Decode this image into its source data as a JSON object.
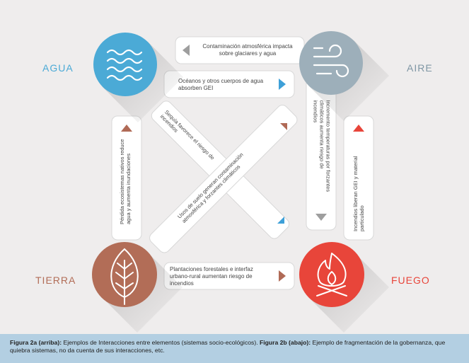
{
  "elements": {
    "agua": "AGUA",
    "aire": "AIRE",
    "tierra": "TIERRA",
    "fuego": "FUEGO"
  },
  "colors": {
    "agua": "#4baad6",
    "aire": "#9dafba",
    "tierra": "#b26d57",
    "fuego": "#e8453a",
    "arrow_blue": "#3ea0d8",
    "arrow_grey": "#9e9e9e",
    "arrow_brown": "#b06a56",
    "arrow_red": "#e8453a",
    "caption_bg": "#b3cfe2"
  },
  "interactions": {
    "aire_to_agua": "Contaminación atmosférica impacta sobre glaciares y agua",
    "agua_to_aire": "Océanos y otros cuerpos de agua absorben GEI",
    "agua_to_fuego": "Sequía favorece el riesgo de incendios",
    "tierra_to_aire": "Usos de suelo generan contaminación atmosférica y forzantes climáticos",
    "tierra_to_agua": "Pérdida ecosistemas nativos reduce agua y aumenta inundaciones",
    "aire_to_fuego": "Incremento temperaturas por forzantes climáticos aumenta riesgo de incendios",
    "fuego_to_aire": "Incendios liberan GEI y material particulado",
    "tierra_to_fuego": "Plantaciones forestales e interfaz urbano-rural aumentan riesgo de incendios"
  },
  "caption": {
    "fig_a_label": "Figura 2a (arriba):",
    "fig_a_text": " Ejemplos de Interacciones entre elementos (sistemas socio-ecológicos). ",
    "fig_b_label": "Figura 2b (abajo):",
    "fig_b_text": " Ejemplo de fragmentación de la gobernanza, que quiebra sistemas, no da cuenta de sus interacciones, etc."
  }
}
